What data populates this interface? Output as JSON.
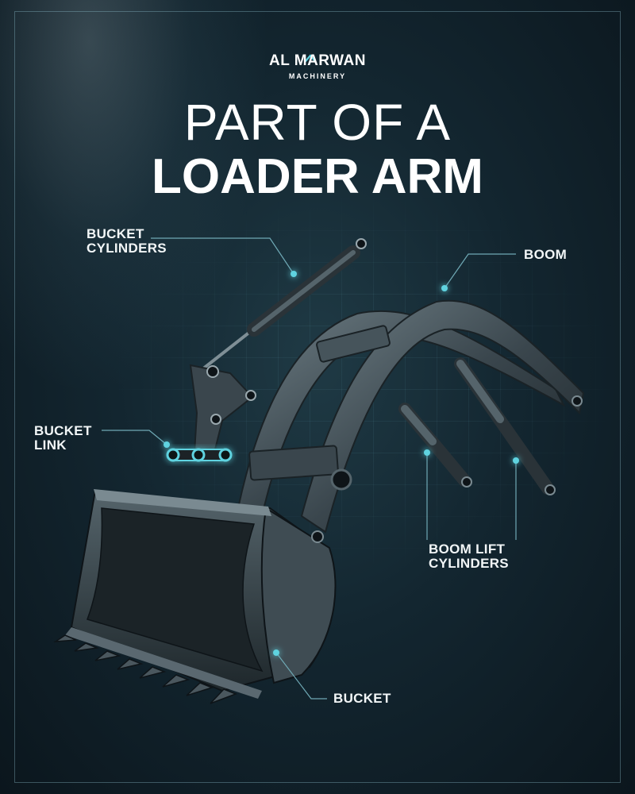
{
  "brand": {
    "name": "AL MARWAN",
    "tagline": "MACHINERY"
  },
  "title": {
    "line1": "PART OF A",
    "line2": "LOADER ARM"
  },
  "parts": {
    "bucket_cylinders": [
      "BUCKET",
      "CYLINDERS"
    ],
    "boom": [
      "BOOM"
    ],
    "bucket_link": [
      "BUCKET",
      "LINK"
    ],
    "boom_lift_cylinders": [
      "BOOM LIFT",
      "CYLINDERS"
    ],
    "bucket": [
      "BUCKET"
    ]
  },
  "colors": {
    "accent": "#5fd3e0",
    "steel": "#3a464d",
    "steel_light": "#6f7f86",
    "background": "#132630"
  }
}
